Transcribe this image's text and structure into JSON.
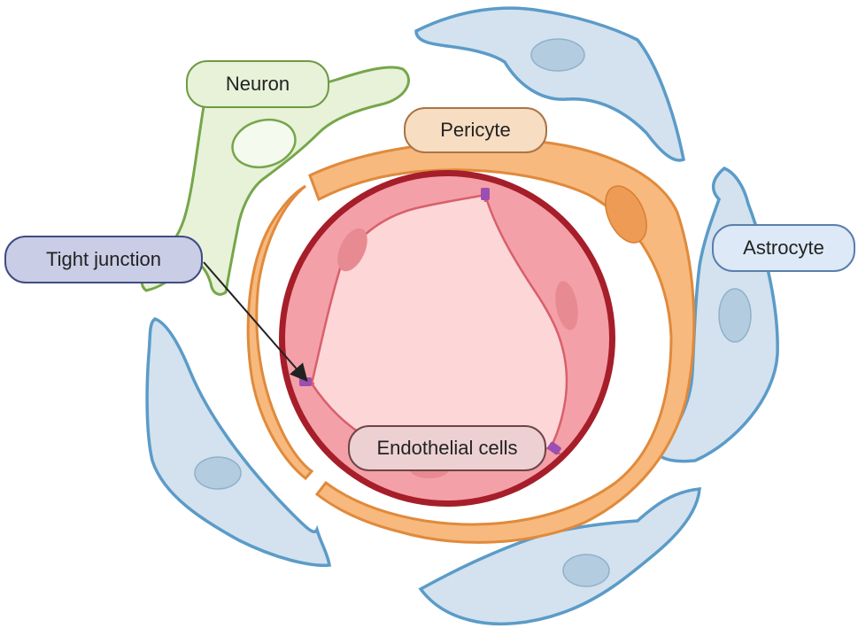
{
  "labels": {
    "neuron": "Neuron",
    "pericyte": "Pericyte",
    "tight_junction": "Tight junction",
    "astrocyte": "Astrocyte",
    "endothelial_cells": "Endothelial cells"
  },
  "colors": {
    "astrocyte_fill": "#d3e2ee",
    "astrocyte_stroke": "#5b9bc8",
    "neuron_fill": "#e7f2d9",
    "neuron_stroke": "#76a64a",
    "pericyte_fill": "#f7b97d",
    "pericyte_stroke": "#e08a3c",
    "vessel_wall": "#a61e2a",
    "endothelium": "#f4a0a8",
    "lumen": "#fdd6d8",
    "junction": "#9b4fb0"
  }
}
